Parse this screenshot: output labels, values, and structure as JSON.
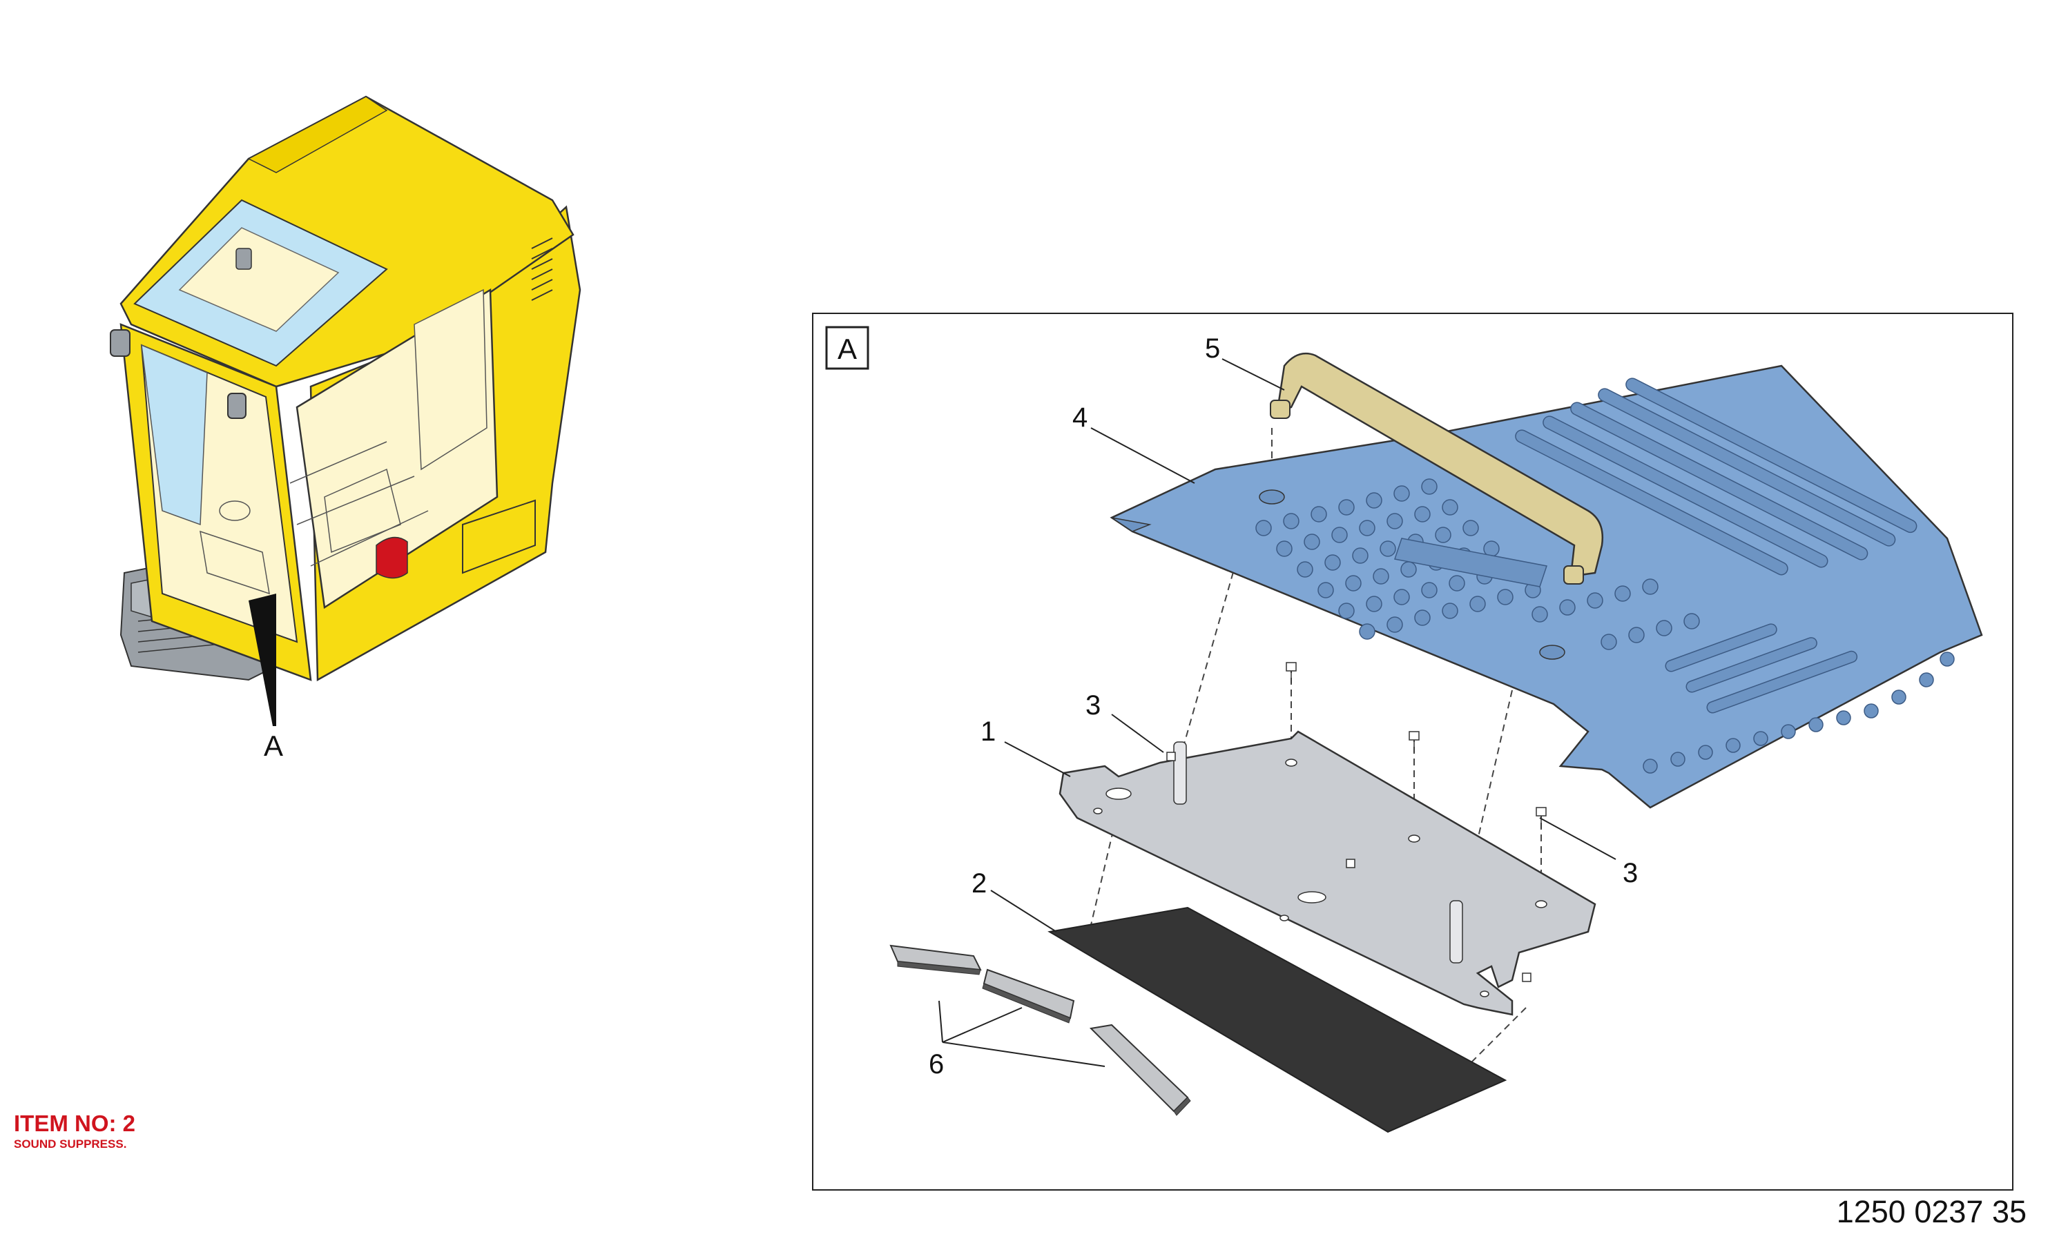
{
  "overview": {
    "callout": "A"
  },
  "detail": {
    "view_label": "A",
    "callouts": {
      "c1": "1",
      "c2": "2",
      "c3a": "3",
      "c3b": "3",
      "c4": "4",
      "c5": "5",
      "c6": "6"
    }
  },
  "footer": {
    "item_no": "ITEM NO: 2",
    "item_desc": "SOUND SUPPRESS.",
    "doc_number": "1250 0237 35"
  },
  "colors": {
    "cab_yellow": "#f7dc12",
    "glass": "#bfe3f5",
    "mat_blue": "#7fa6d4",
    "handle_tan": "#dccf98",
    "plate_grey": "#c9ccd1",
    "pad_dark": "#353535",
    "item_red": "#d0141e"
  }
}
